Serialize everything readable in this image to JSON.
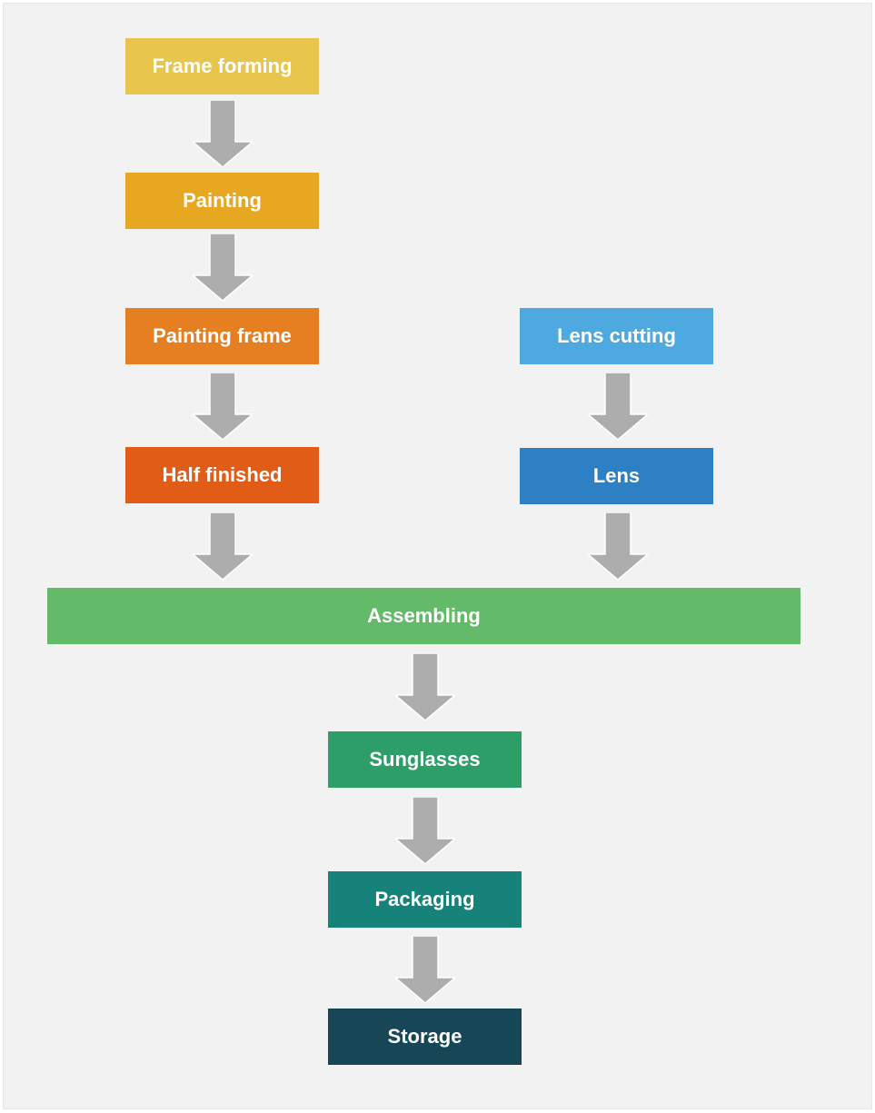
{
  "steps": {
    "frame_forming": {
      "label": "Frame forming",
      "color": "#e8c54c"
    },
    "painting": {
      "label": "Painting",
      "color": "#e8a720"
    },
    "painting_frame": {
      "label": "Painting frame",
      "color": "#e67e22"
    },
    "half_finished": {
      "label": "Half finished",
      "color": "#e05c17"
    },
    "lens_cutting": {
      "label": "Lens cutting",
      "color": "#4ea9e0"
    },
    "lens": {
      "label": "Lens",
      "color": "#2e80c4"
    },
    "assembling": {
      "label": "Assembling",
      "color": "#63bb69"
    },
    "sunglasses": {
      "label": "Sunglasses",
      "color": "#2e9e68"
    },
    "packaging": {
      "label": "Packaging",
      "color": "#17827a"
    },
    "storage": {
      "label": "Storage",
      "color": "#174756"
    }
  },
  "arrow_color": "#adadad"
}
